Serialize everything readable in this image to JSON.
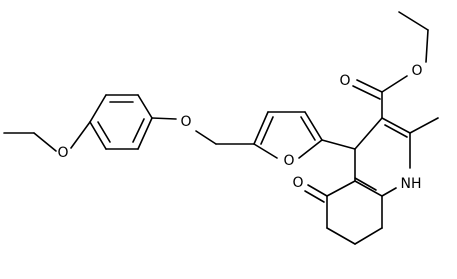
{
  "atom_labels": {
    "o_ester_carbonyl": "O",
    "o_ester_ether": "O",
    "o_methoxy": "O",
    "o_phenoxy": "O",
    "o_furan": "O",
    "o_ketone": "O",
    "nh": "NH"
  },
  "colors": {
    "bond": "#000000",
    "background": "#ffffff"
  }
}
